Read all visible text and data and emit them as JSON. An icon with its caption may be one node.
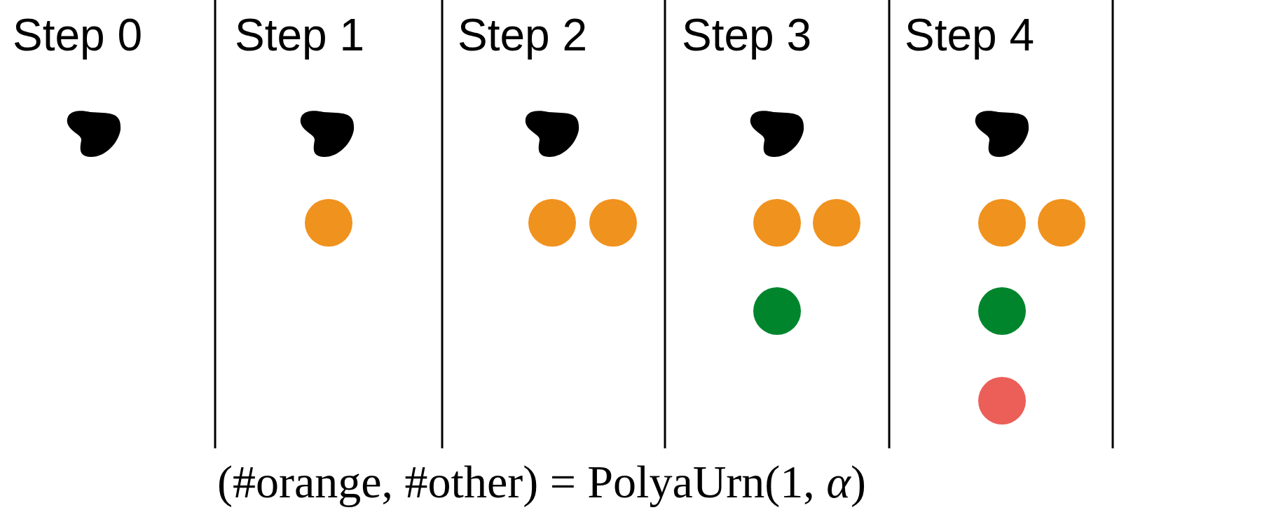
{
  "diagram": {
    "caption": "(#orange, #other) = PolyaUrn(1, *α*)",
    "labels": [
      "Step 0",
      "Step 1",
      "Step 2",
      "Step 3",
      "Step 4"
    ]
  }
}
